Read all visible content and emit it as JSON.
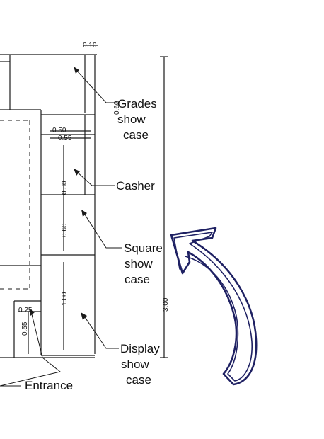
{
  "dimensions": {
    "top_width": "0.10",
    "small_a": "0.50",
    "small_b": "0.55",
    "small_c": "0.60",
    "casher_depth": "0.80",
    "square_depth": "0.60",
    "display_depth": "1.00",
    "entrance_a": "0.25",
    "entrance_b": "0.55",
    "overall": "3.00"
  },
  "labels": {
    "grades": [
      "Grades",
      "show",
      "case"
    ],
    "casher": "Casher",
    "square": [
      "Square",
      "show",
      "case"
    ],
    "display": [
      "Display",
      "show",
      "case"
    ],
    "entrance": "Entrance"
  },
  "colors": {
    "lines": "#1a1a1a",
    "arrow_stroke": "#1f2163"
  },
  "icons": {
    "annotation_arrow": "hand-drawn-curved-arrow-icon"
  }
}
